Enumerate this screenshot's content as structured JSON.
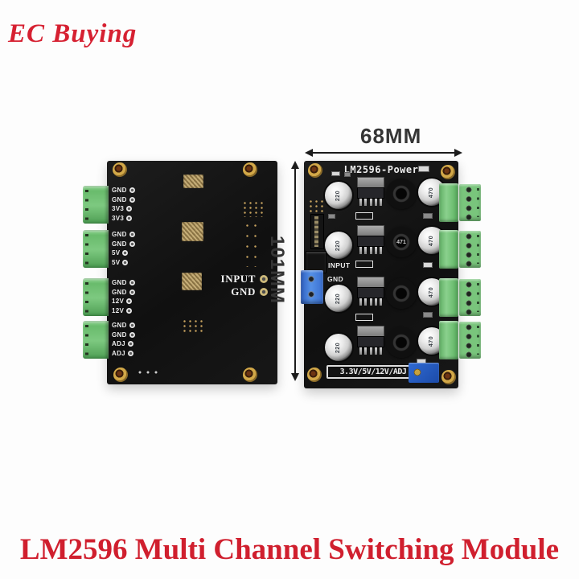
{
  "brand": {
    "logo_text": "EC Buying"
  },
  "page_title": "LM2596 Multi Channel Switching Module",
  "dimensions": {
    "width": "68MM",
    "height": "101MM"
  },
  "colors": {
    "accent_red": "#d01f2e",
    "board_black": "#151515",
    "terminal_green": "#7dc980",
    "input_terminal_blue": "#3a6fd0",
    "pad_gold": "#c9a45f"
  },
  "back_board": {
    "terminal_groups": [
      {
        "labels": [
          "GND",
          "GND",
          "3V3",
          "3V3"
        ]
      },
      {
        "labels": [
          "GND",
          "GND",
          "5V",
          "5V"
        ]
      },
      {
        "labels": [
          "GND",
          "GND",
          "12V",
          "12V"
        ]
      },
      {
        "labels": [
          "GND",
          "GND",
          "ADJ",
          "ADJ"
        ]
      }
    ],
    "input_label": "INPUT",
    "gnd_label": "GND"
  },
  "front_board": {
    "silkscreen_title": "LM2596-Power",
    "input_label": "INPUT",
    "gnd_label": "GND",
    "voltage_options": "3.3V/5V/12V/ADJ",
    "input_capacitor_marking": "220",
    "output_capacitor_marking": "470",
    "inductor_marking": "471"
  }
}
